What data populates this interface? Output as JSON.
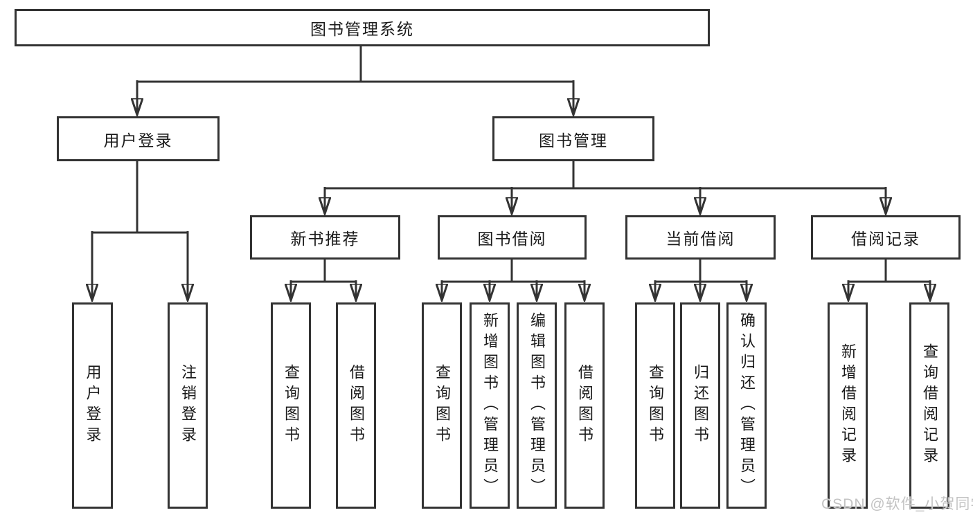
{
  "watermark": "CSDN @软件_小贺同学",
  "colors": {
    "line": "#333333",
    "border": "#333333",
    "text": "#1a1a1a",
    "background": "#ffffff",
    "watermark": "#c3c3c3"
  },
  "tree": {
    "label": "图书管理系统",
    "children": [
      {
        "label": "用户登录",
        "children": [
          {
            "label": "用户登录"
          },
          {
            "label": "注销登录"
          }
        ]
      },
      {
        "label": "图书管理",
        "children": [
          {
            "label": "新书推荐",
            "children": [
              {
                "label": "查询图书"
              },
              {
                "label": "借阅图书"
              }
            ]
          },
          {
            "label": "图书借阅",
            "children": [
              {
                "label": "查询图书"
              },
              {
                "label": "新增图书（管理员）"
              },
              {
                "label": "编辑图书（管理员）"
              },
              {
                "label": "借阅图书"
              }
            ]
          },
          {
            "label": "当前借阅",
            "children": [
              {
                "label": "查询图书"
              },
              {
                "label": "归还图书"
              },
              {
                "label": "确认归还（管理员）"
              }
            ]
          },
          {
            "label": "借阅记录",
            "children": [
              {
                "label": "新增借阅记录"
              },
              {
                "label": "查询借阅记录"
              }
            ]
          }
        ]
      }
    ]
  }
}
